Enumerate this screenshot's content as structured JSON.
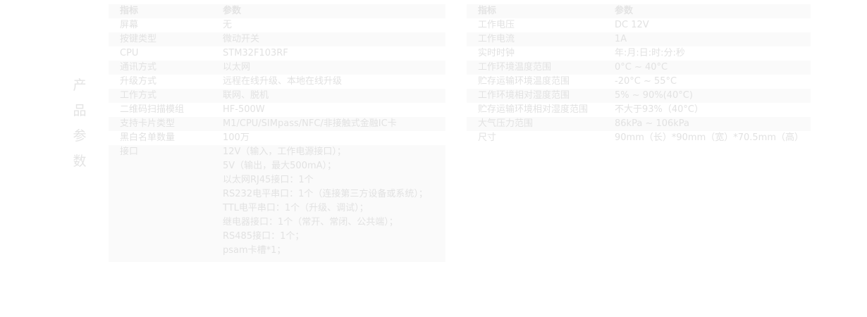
{
  "section_label": [
    "产",
    "品",
    "参",
    "数"
  ],
  "left_table": {
    "headers": [
      "指标",
      "参数"
    ],
    "rows": [
      {
        "name": "屏幕",
        "value": "无"
      },
      {
        "name": "按键类型",
        "value": "微动开关"
      },
      {
        "name": "CPU",
        "value": "STM32F103RF"
      },
      {
        "name": "通讯方式",
        "value": "以太网"
      },
      {
        "name": "升级方式",
        "value": "远程在线升级、本地在线升级"
      },
      {
        "name": "工作方式",
        "value": "联网、脱机"
      },
      {
        "name": "二维码扫描模组",
        "value": "HF-500W"
      },
      {
        "name": "支持卡片类型",
        "value": "M1/CPU/SIMpass/NFC/非接触式金融IC卡"
      },
      {
        "name": "黑白名单数量",
        "value": "100万"
      }
    ],
    "interface": {
      "name": "接口",
      "lines": [
        "12V（输入，工作电源接口）；",
        "5V（输出，最大500mA）；",
        "以太网RJ45接口：1个",
        "RS232电平串口：1个（连接第三方设备或系统）；",
        "TTL电平串口：1个（升级、调试）；",
        "继电器接口：1个（常开、常闭、公共端）；",
        "RS485接口：1个；",
        "psam卡槽*1；"
      ]
    }
  },
  "right_table": {
    "headers": [
      "指标",
      "参数"
    ],
    "rows": [
      {
        "name": "工作电压",
        "value": "DC 12V"
      },
      {
        "name": "工作电流",
        "value": "1A"
      },
      {
        "name": "实时时钟",
        "value": "年:月:日:时:分:秒"
      },
      {
        "name": "工作环境温度范围",
        "value": "0°C ~ 40°C"
      },
      {
        "name": "贮存运输环境温度范围",
        "value": "-20°C ~ 55°C"
      },
      {
        "name": "工作环境相对湿度范围",
        "value": "5% ~ 90%(40°C)"
      },
      {
        "name": "贮存运输环境相对湿度范围",
        "value": "不大于93%（40°C）"
      },
      {
        "name": "大气压力范围",
        "value": "86kPa ~ 106kPa"
      },
      {
        "name": "尺寸",
        "value": "90mm（长）*90mm（宽）*70.5mm（高）"
      }
    ]
  },
  "colors": {
    "text": "#e2e2e2",
    "row_shade": "#fafafa",
    "background": "#ffffff"
  }
}
